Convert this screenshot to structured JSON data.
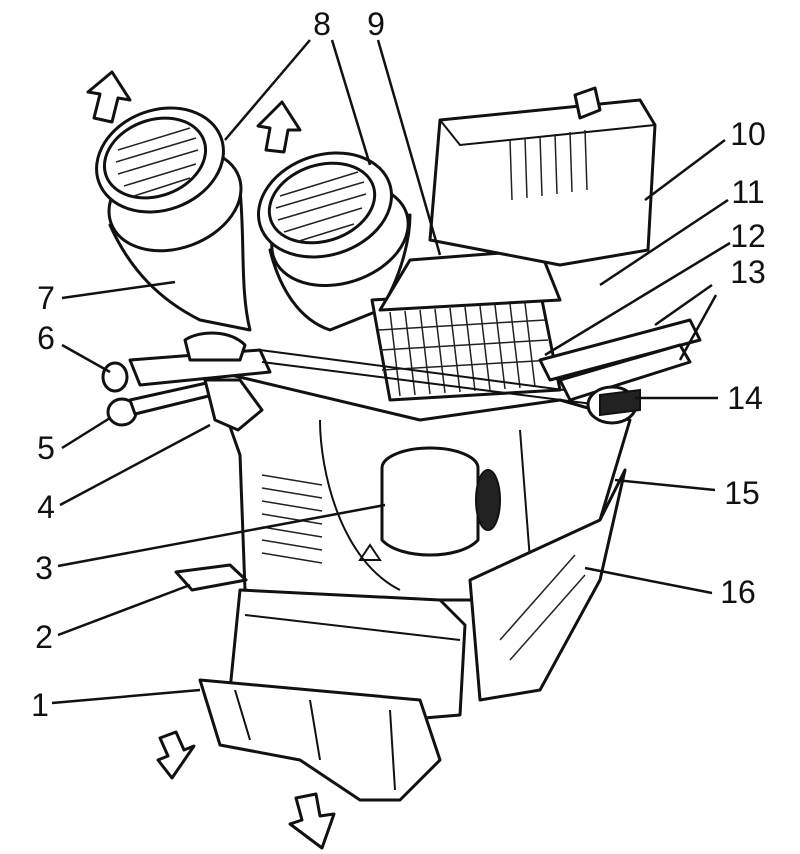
{
  "diagram": {
    "callouts": [
      {
        "id": "1",
        "label": "1"
      },
      {
        "id": "2",
        "label": "2"
      },
      {
        "id": "3",
        "label": "3"
      },
      {
        "id": "4",
        "label": "4"
      },
      {
        "id": "5",
        "label": "5"
      },
      {
        "id": "6",
        "label": "6"
      },
      {
        "id": "7",
        "label": "7"
      },
      {
        "id": "8",
        "label": "8"
      },
      {
        "id": "9",
        "label": "9"
      },
      {
        "id": "10",
        "label": "10"
      },
      {
        "id": "11",
        "label": "11"
      },
      {
        "id": "12",
        "label": "12"
      },
      {
        "id": "13",
        "label": "13"
      },
      {
        "id": "14",
        "label": "14"
      },
      {
        "id": "15",
        "label": "15"
      },
      {
        "id": "16",
        "label": "16"
      }
    ],
    "colors": {
      "ink": "#111111",
      "background": "#ffffff"
    }
  }
}
